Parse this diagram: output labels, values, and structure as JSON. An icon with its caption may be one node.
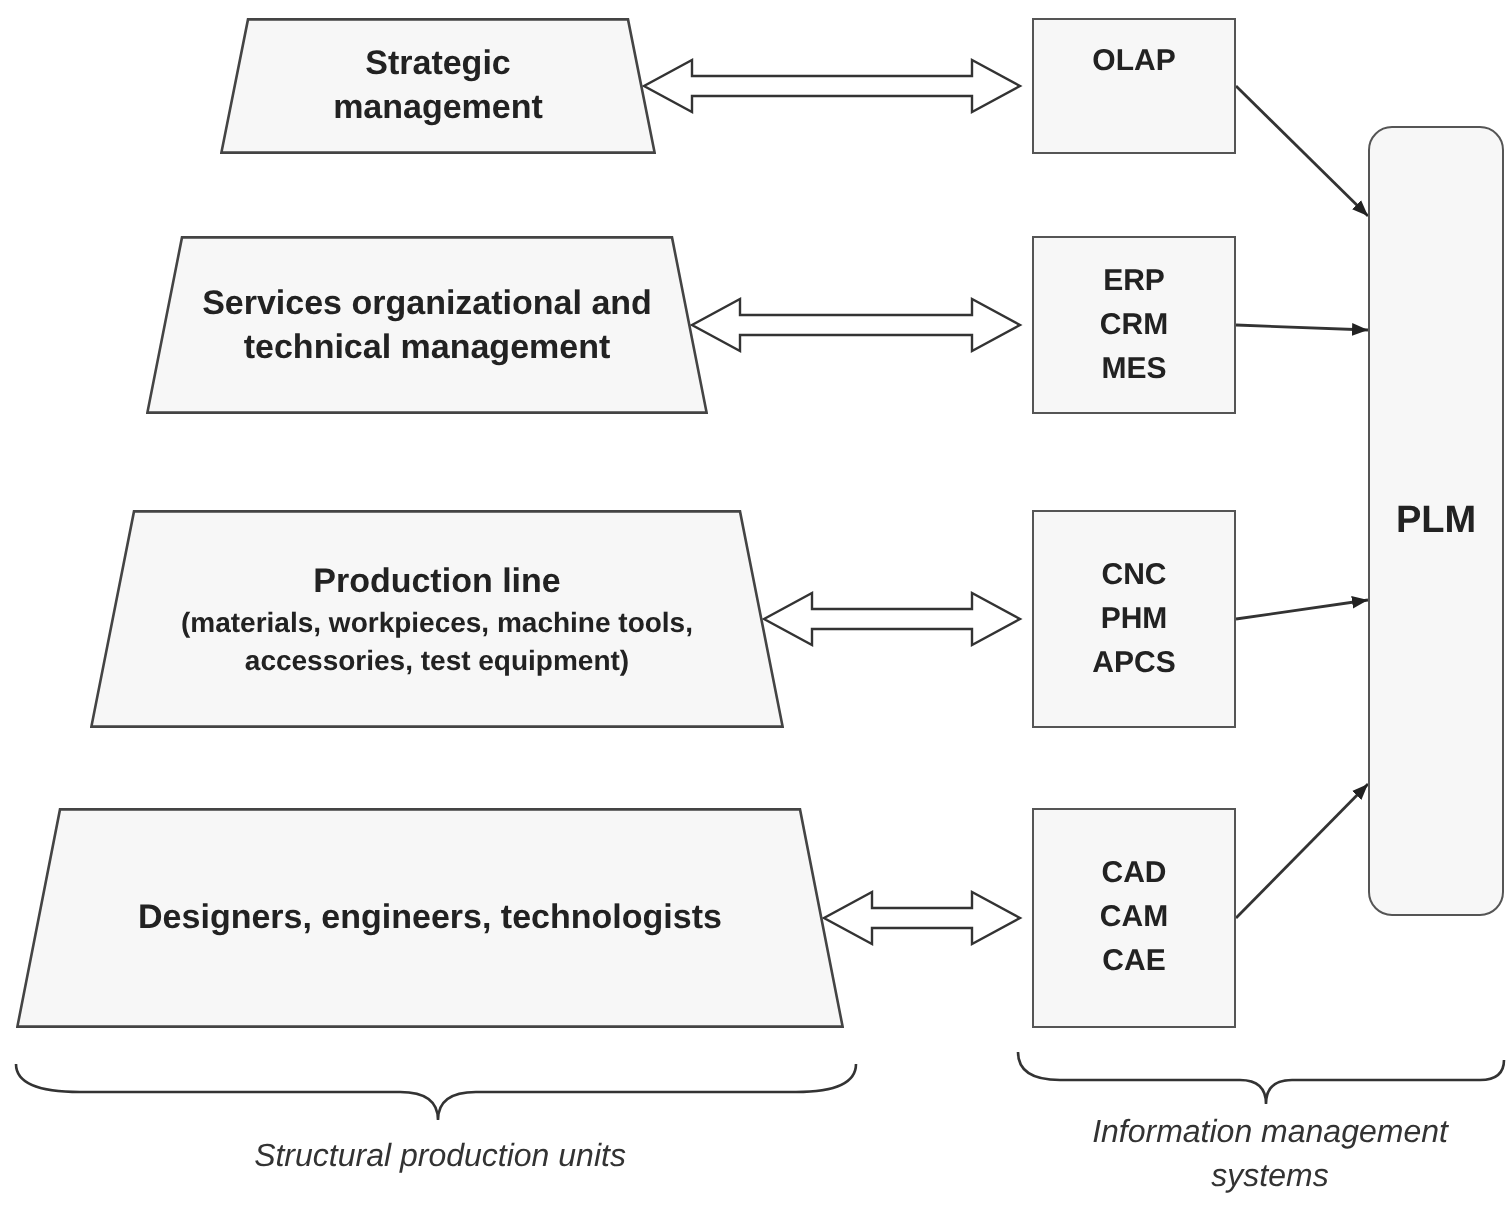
{
  "diagram": {
    "nodes": [
      {
        "text": [
          "Strategic management"
        ]
      },
      {
        "text": [
          "Services organizational and technical management"
        ]
      },
      {
        "text": [
          "Production line",
          "(materials, workpieces, machine tools, accessories, test equipment)"
        ]
      },
      {
        "text": [
          "Designers, engineers, technologists"
        ]
      },
      {
        "text": [
          "OLAP"
        ]
      },
      {
        "text": [
          "ERP",
          "CRM",
          "MES"
        ]
      },
      {
        "text": [
          "CNC",
          "PHM",
          "APCS"
        ]
      },
      {
        "text": [
          "CAD",
          "CAM",
          "CAE"
        ]
      },
      {
        "text": [
          "PLM"
        ]
      }
    ],
    "edges": [
      {
        "from": 0,
        "to": 4,
        "arrow": "both",
        "style": "thick"
      },
      {
        "from": 1,
        "to": 5,
        "arrow": "both",
        "style": "thick"
      },
      {
        "from": 2,
        "to": 6,
        "arrow": "both",
        "style": "thick"
      },
      {
        "from": 3,
        "to": 7,
        "arrow": "both",
        "style": "thick"
      },
      {
        "from": 4,
        "to": 8,
        "arrow": "to"
      },
      {
        "from": 5,
        "to": 8,
        "arrow": "to"
      },
      {
        "from": 6,
        "to": 8,
        "arrow": "to"
      },
      {
        "from": 7,
        "to": 8,
        "arrow": "to"
      }
    ],
    "labels": [
      "Structural production units",
      "Information management systems"
    ]
  }
}
